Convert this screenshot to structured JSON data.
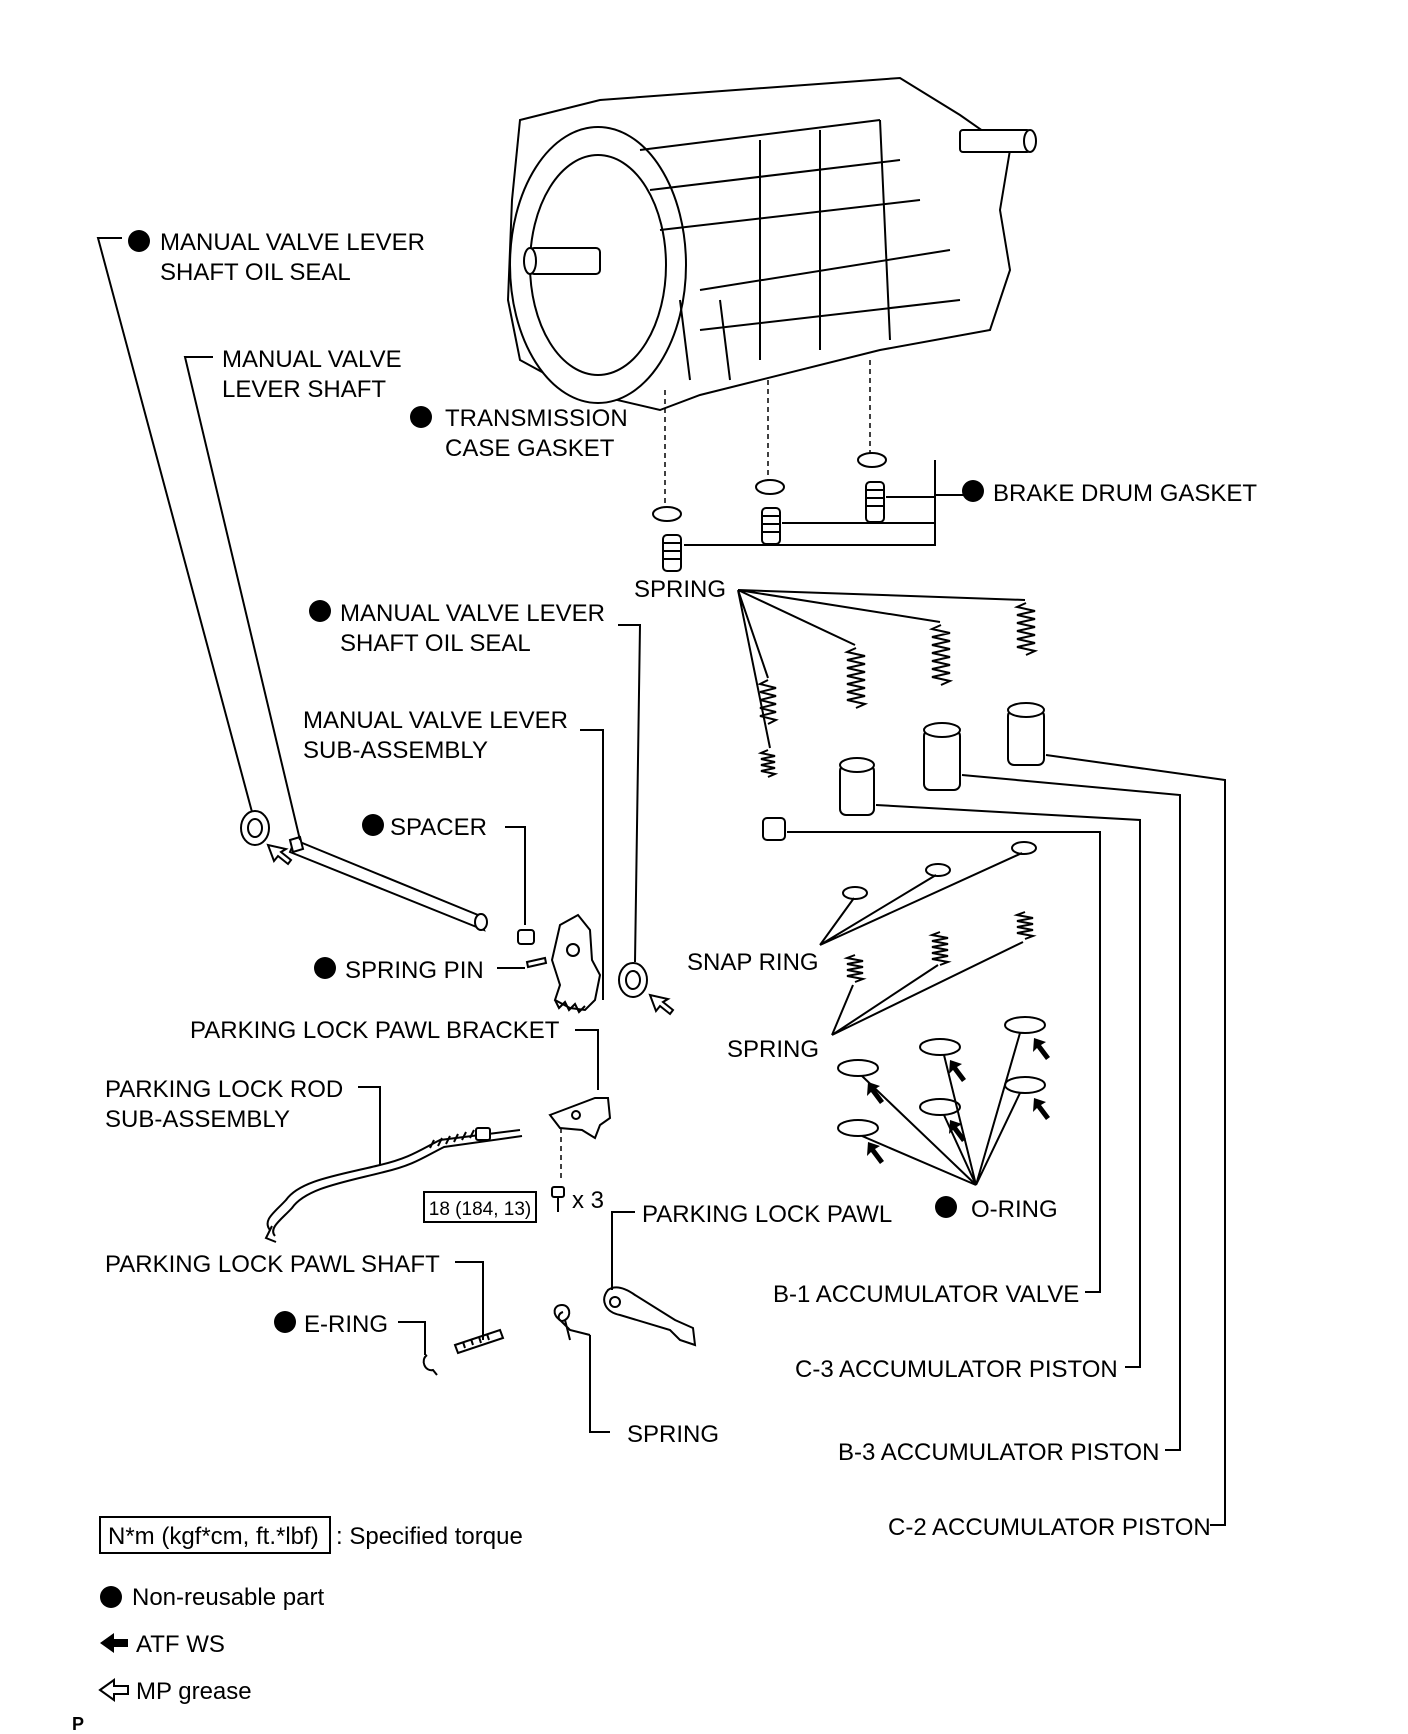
{
  "labels": {
    "oil_seal_top_1": "MANUAL VALVE LEVER",
    "oil_seal_top_2": "SHAFT OIL SEAL",
    "lever_shaft_1": "MANUAL VALVE",
    "lever_shaft_2": "LEVER SHAFT",
    "trans_gasket_1": "TRANSMISSION",
    "trans_gasket_2": "CASE GASKET",
    "brake_drum_gasket": "BRAKE DRUM GASKET",
    "spring_top": "SPRING",
    "oil_seal_mid_1": "MANUAL VALVE LEVER",
    "oil_seal_mid_2": "SHAFT OIL SEAL",
    "lever_sub_1": "MANUAL VALVE LEVER",
    "lever_sub_2": "SUB-ASSEMBLY",
    "spacer": "SPACER",
    "spring_pin": "SPRING PIN",
    "snap_ring": "SNAP RING",
    "pawl_bracket": "PARKING LOCK PAWL BRACKET",
    "spring_mid": "SPRING",
    "rod_sub_1": "PARKING LOCK ROD",
    "rod_sub_2": "SUB-ASSEMBLY",
    "torque_value": "18 (184, 13)",
    "torque_qty": "x 3",
    "pawl": "PARKING LOCK PAWL",
    "o_ring": "O-RING",
    "pawl_shaft": "PARKING LOCK PAWL SHAFT",
    "b1_valve": "B-1 ACCUMULATOR VALVE",
    "e_ring": "E-RING",
    "c3_piston": "C-3 ACCUMULATOR PISTON",
    "spring_bottom": "SPRING",
    "b3_piston": "B-3 ACCUMULATOR PISTON",
    "c2_piston": "C-2 ACCUMULATOR PISTON"
  },
  "legend": {
    "torque_box": "N*m (kgf*cm, ft.*lbf)",
    "torque_desc": ": Specified torque",
    "non_reusable": "Non-reusable part",
    "atf": "ATF WS",
    "mp": "MP grease"
  },
  "footer": {
    "corner_mark": "P"
  },
  "icons": {
    "non_reusable": "filled-circle-icon",
    "atf": "solid-arrow-icon",
    "mp": "outline-arrow-icon"
  },
  "colors": {
    "ink": "#000000",
    "paper": "#ffffff"
  }
}
